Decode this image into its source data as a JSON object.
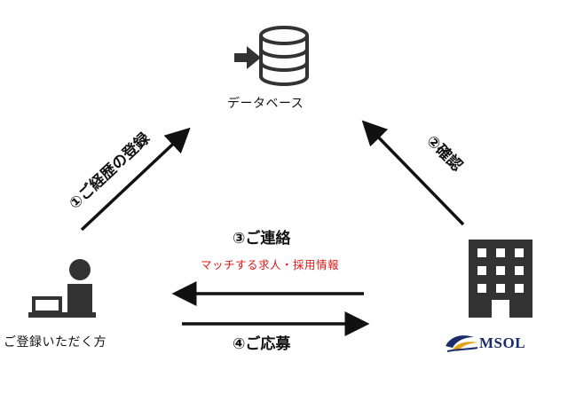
{
  "nodes": {
    "database": {
      "label": "データベース",
      "icon": "database-import-icon"
    },
    "user": {
      "label": "ご登録いただく方",
      "icon": "person-at-laptop-icon"
    },
    "company": {
      "logo_text": "MSOL",
      "icon": "office-building-icon"
    }
  },
  "edges": {
    "register": {
      "label": "①ご経歴の登録"
    },
    "confirm": {
      "label": "②確認"
    },
    "contact": {
      "label": "③ご連絡",
      "sublabel": "マッチする求人・採用情報"
    },
    "apply": {
      "label": "④ご応募"
    }
  },
  "colors": {
    "ink": "#111111",
    "icon": "#333333",
    "highlight": "#e01818",
    "logo_navy": "#1c2b6b",
    "logo_gold": "#e0a21a"
  }
}
